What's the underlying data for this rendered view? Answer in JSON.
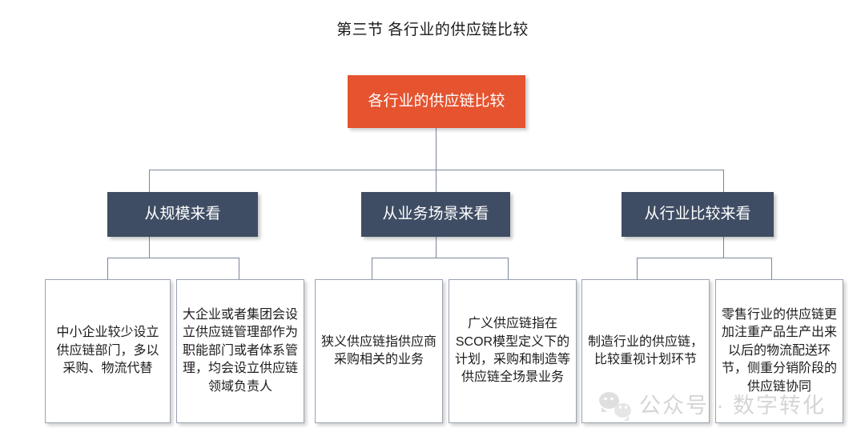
{
  "title": "第三节 各行业的供应链比较",
  "diagram": {
    "type": "org-chart",
    "root": {
      "label": "各行业的供应链比较",
      "color": "#e5532f"
    },
    "branch_color": "#3f4d64",
    "leaf_border_color": "#9aa3b0",
    "connector_color": "#7a879c",
    "branches": [
      {
        "label": "从规模来看",
        "leaves": [
          "中小企业较少设立供应链部门，多以采购、物流代替",
          "大企业或者集团会设立供应链管理部作为职能部门或者体系管理，均会设立供应链领域负责人"
        ]
      },
      {
        "label": "从业务场景来看",
        "leaves": [
          "狭义供应链指供应商采购相关的业务",
          "广义供应链指在SCOR模型定义下的计划，采购和制造等供应链全场景业务"
        ]
      },
      {
        "label": "从行业比较来看",
        "leaves": [
          "制造行业的供应链，比较重视计划环节",
          "零售行业的供应链更加注重产品生产出来以后的物流配送环节，侧重分销阶段的供应链协同"
        ]
      }
    ]
  },
  "watermark": {
    "icon": "wechat-icon",
    "text": "公众号 · 数字转化"
  }
}
